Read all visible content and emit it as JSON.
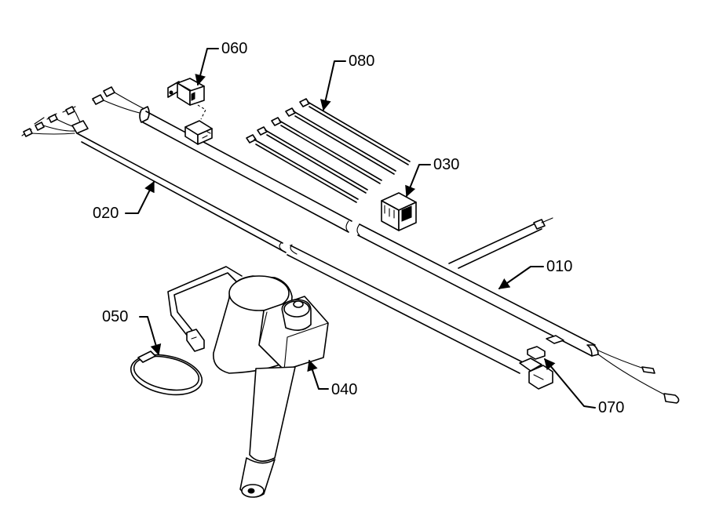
{
  "callouts": {
    "p010": "010",
    "p020": "020",
    "p030": "030",
    "p040": "040",
    "p050": "050",
    "p060": "060",
    "p070": "070",
    "p080": "080"
  }
}
